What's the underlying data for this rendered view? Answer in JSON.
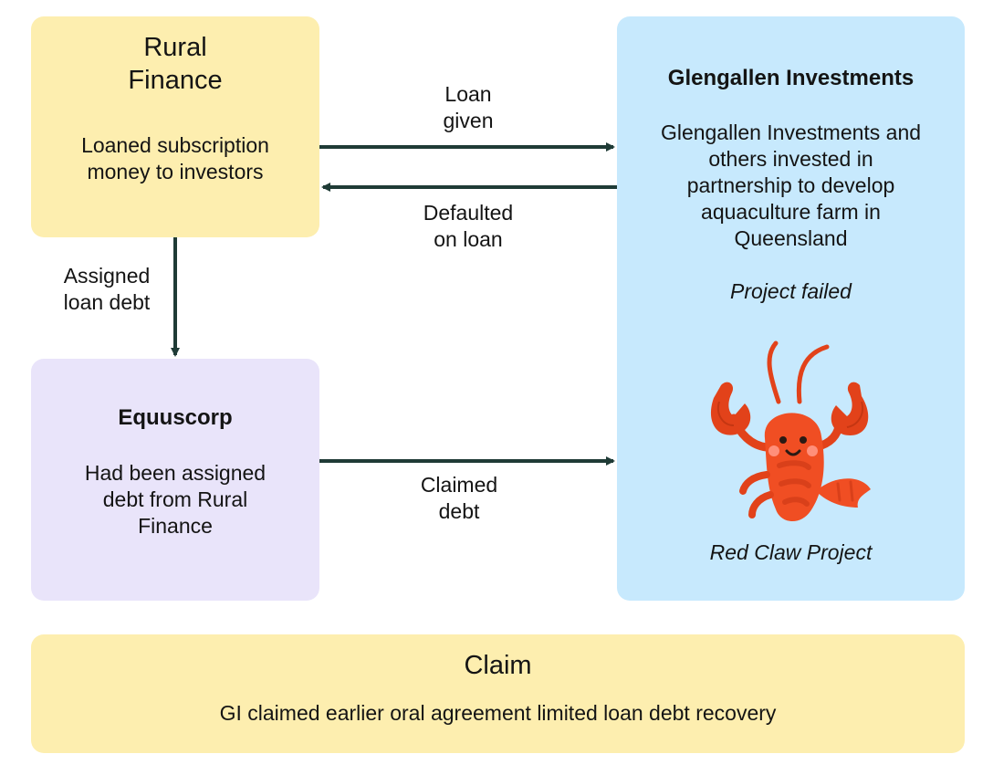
{
  "rural_finance": {
    "title": "Rural\nFinance",
    "description": "Loaned subscription\nmoney to investors"
  },
  "equuscorp": {
    "title": "Equuscorp",
    "description": "Had been assigned\ndebt from Rural\nFinance"
  },
  "glengallen": {
    "title": "Glengallen Investments",
    "description": "Glengallen Investments and\nothers invested in\npartnership to develop\naquaculture farm in\nQueensland",
    "status": "Project failed",
    "project_caption": "Red Claw Project"
  },
  "claim": {
    "title": "Claim",
    "description": "GI claimed earlier oral agreement limited loan debt recovery"
  },
  "edges": {
    "loan_given": "Loan\ngiven",
    "defaulted": "Defaulted\non loan",
    "assigned": "Assigned\nloan debt",
    "claimed": "Claimed\ndebt"
  },
  "colors": {
    "yellow_box": "#fdeeaf",
    "lavender_box": "#e9e4fa",
    "blue_box": "#c7e9fd",
    "arrow": "#1f3b36",
    "lobster": "#f04e23"
  },
  "icons": {
    "mascot": "lobster-icon"
  }
}
